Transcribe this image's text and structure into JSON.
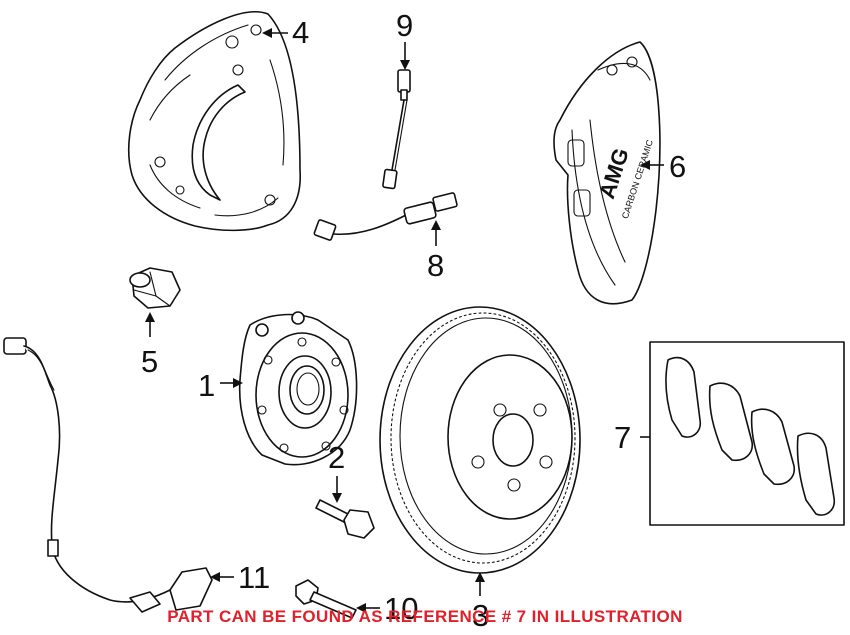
{
  "callouts": [
    "1",
    "2",
    "3",
    "4",
    "5",
    "6",
    "7",
    "8",
    "9",
    "10",
    "11"
  ],
  "caliper_text": {
    "brand": "AMG",
    "material": "CARBON CERAMIC"
  },
  "notice": "PART CAN BE FOUND AS REFERENCE # 7 IN ILLUSTRATION",
  "colors": {
    "notice": "#e0202a",
    "lines": "#111111",
    "background": "#ffffff"
  }
}
